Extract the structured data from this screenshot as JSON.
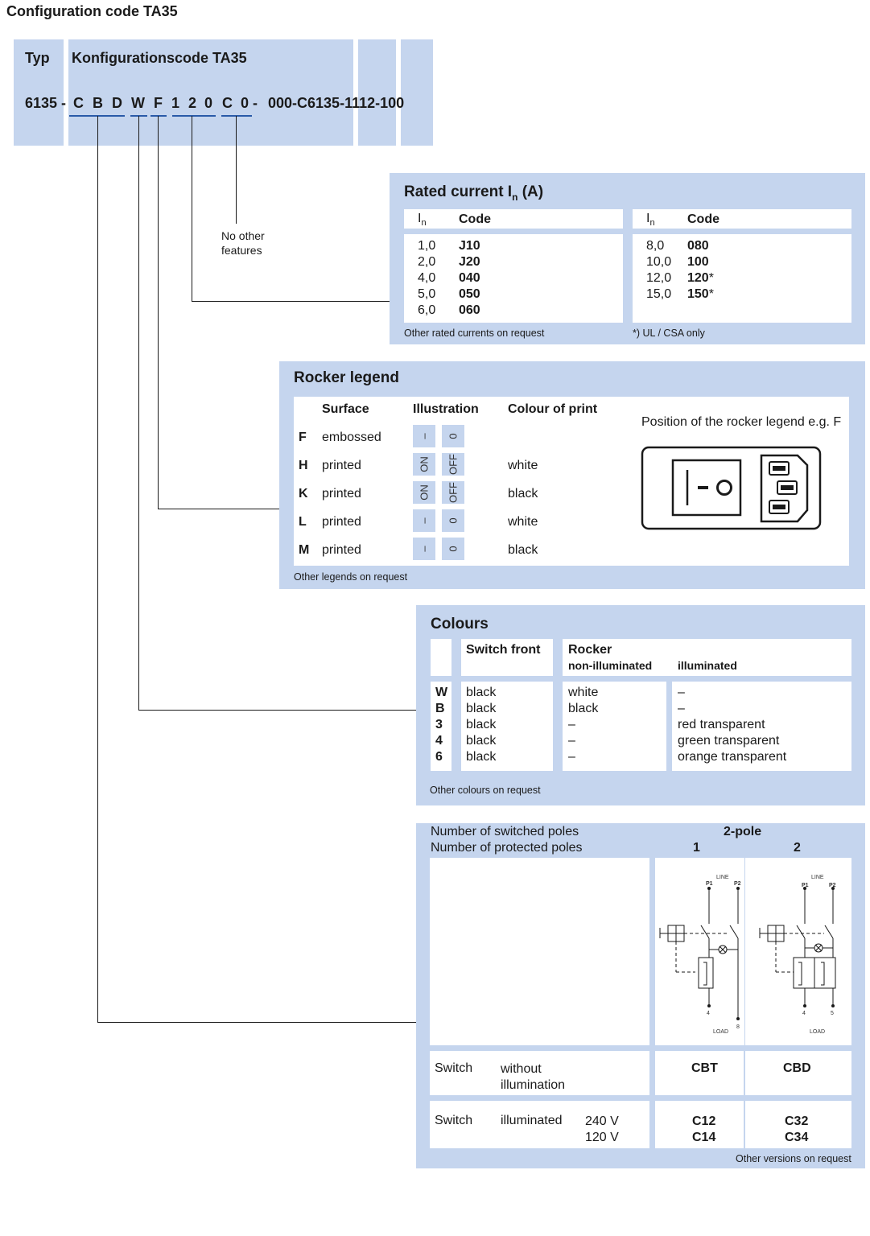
{
  "page_title": "Configuration code TA35",
  "header": {
    "typ_label": "Typ",
    "konfig_label": "Konfigurationscode TA35",
    "code_prefix": "6135 -",
    "code_letters": [
      "C",
      "B",
      "D",
      "W",
      "F",
      "1",
      "2",
      "0",
      "C",
      "0 -"
    ],
    "code_suffix": "000-C6135-1112-100"
  },
  "no_other_features": "No other\nfeatures",
  "rated_current": {
    "title": "Rated current I",
    "title_sub": "n",
    "title_unit": "(A)",
    "col_in": "I",
    "col_in_sub": "n",
    "col_code": "Code",
    "left_rows": [
      {
        "in": "1,0",
        "code": "J10"
      },
      {
        "in": "2,0",
        "code": "J20"
      },
      {
        "in": "4,0",
        "code": "040"
      },
      {
        "in": "5,0",
        "code": "050"
      },
      {
        "in": "6,0",
        "code": "060"
      }
    ],
    "right_rows": [
      {
        "in": "8,0",
        "code": "080",
        "star": ""
      },
      {
        "in": "10,0",
        "code": "100",
        "star": ""
      },
      {
        "in": "12,0",
        "code": "120",
        "star": "*"
      },
      {
        "in": "15,0",
        "code": "150",
        "star": "*"
      }
    ],
    "note_left": "Other rated currents on request",
    "note_right": "*) UL / CSA only"
  },
  "rocker_legend": {
    "title": "Rocker legend",
    "col_surface": "Surface",
    "col_illustration": "Illustration",
    "col_colour": "Colour of print",
    "position_note": "Position of the rocker legend e.g. F",
    "rows": [
      {
        "code": "F",
        "surface": "embossed",
        "sym_on": "–",
        "sym_off": "0",
        "colour": ""
      },
      {
        "code": "H",
        "surface": "printed",
        "sym_on": "ON",
        "sym_off": "OFF",
        "colour": "white"
      },
      {
        "code": "K",
        "surface": "printed",
        "sym_on": "ON",
        "sym_off": "OFF",
        "colour": "black"
      },
      {
        "code": "L",
        "surface": "printed",
        "sym_on": "–",
        "sym_off": "0",
        "colour": "white"
      },
      {
        "code": "M",
        "surface": "printed",
        "sym_on": "–",
        "sym_off": "0",
        "colour": "black"
      }
    ],
    "note": "Other legends on request"
  },
  "colours": {
    "title": "Colours",
    "col_switch_front": "Switch front",
    "col_rocker": "Rocker",
    "col_non_illuminated": "non-illuminated",
    "col_illuminated": "illuminated",
    "codes": "W\nB\n3\n4\n6",
    "switch_front": "black\nblack\nblack\nblack\nblack",
    "non_illuminated": "white\nblack\n–\n–\n–",
    "illuminated": "–\n–\nred transparent\ngreen transparent\norange transparent",
    "note": "Other colours on request"
  },
  "poles": {
    "switched_label": "Number of switched poles",
    "protected_label": "Number of protected poles",
    "two_pole": "2-pole",
    "col1": "1",
    "col2": "2",
    "diagram_line": "LINE",
    "diagram_load": "LOAD",
    "diagram_p1": "P1",
    "diagram_p2": "P2",
    "diag1_t1": "4",
    "diag1_t2": "8",
    "diag2_t1": "4",
    "diag2_t2": "5",
    "switch_label": "Switch",
    "without_illumination": "without\nillumination",
    "code_cbt": "CBT",
    "code_cbd": "CBD",
    "illuminated_label": "illuminated",
    "voltages": "240 V\n120 V",
    "codes_col1": "C12\nC14",
    "codes_col2": "C32\nC34",
    "note": "Other versions on request"
  }
}
